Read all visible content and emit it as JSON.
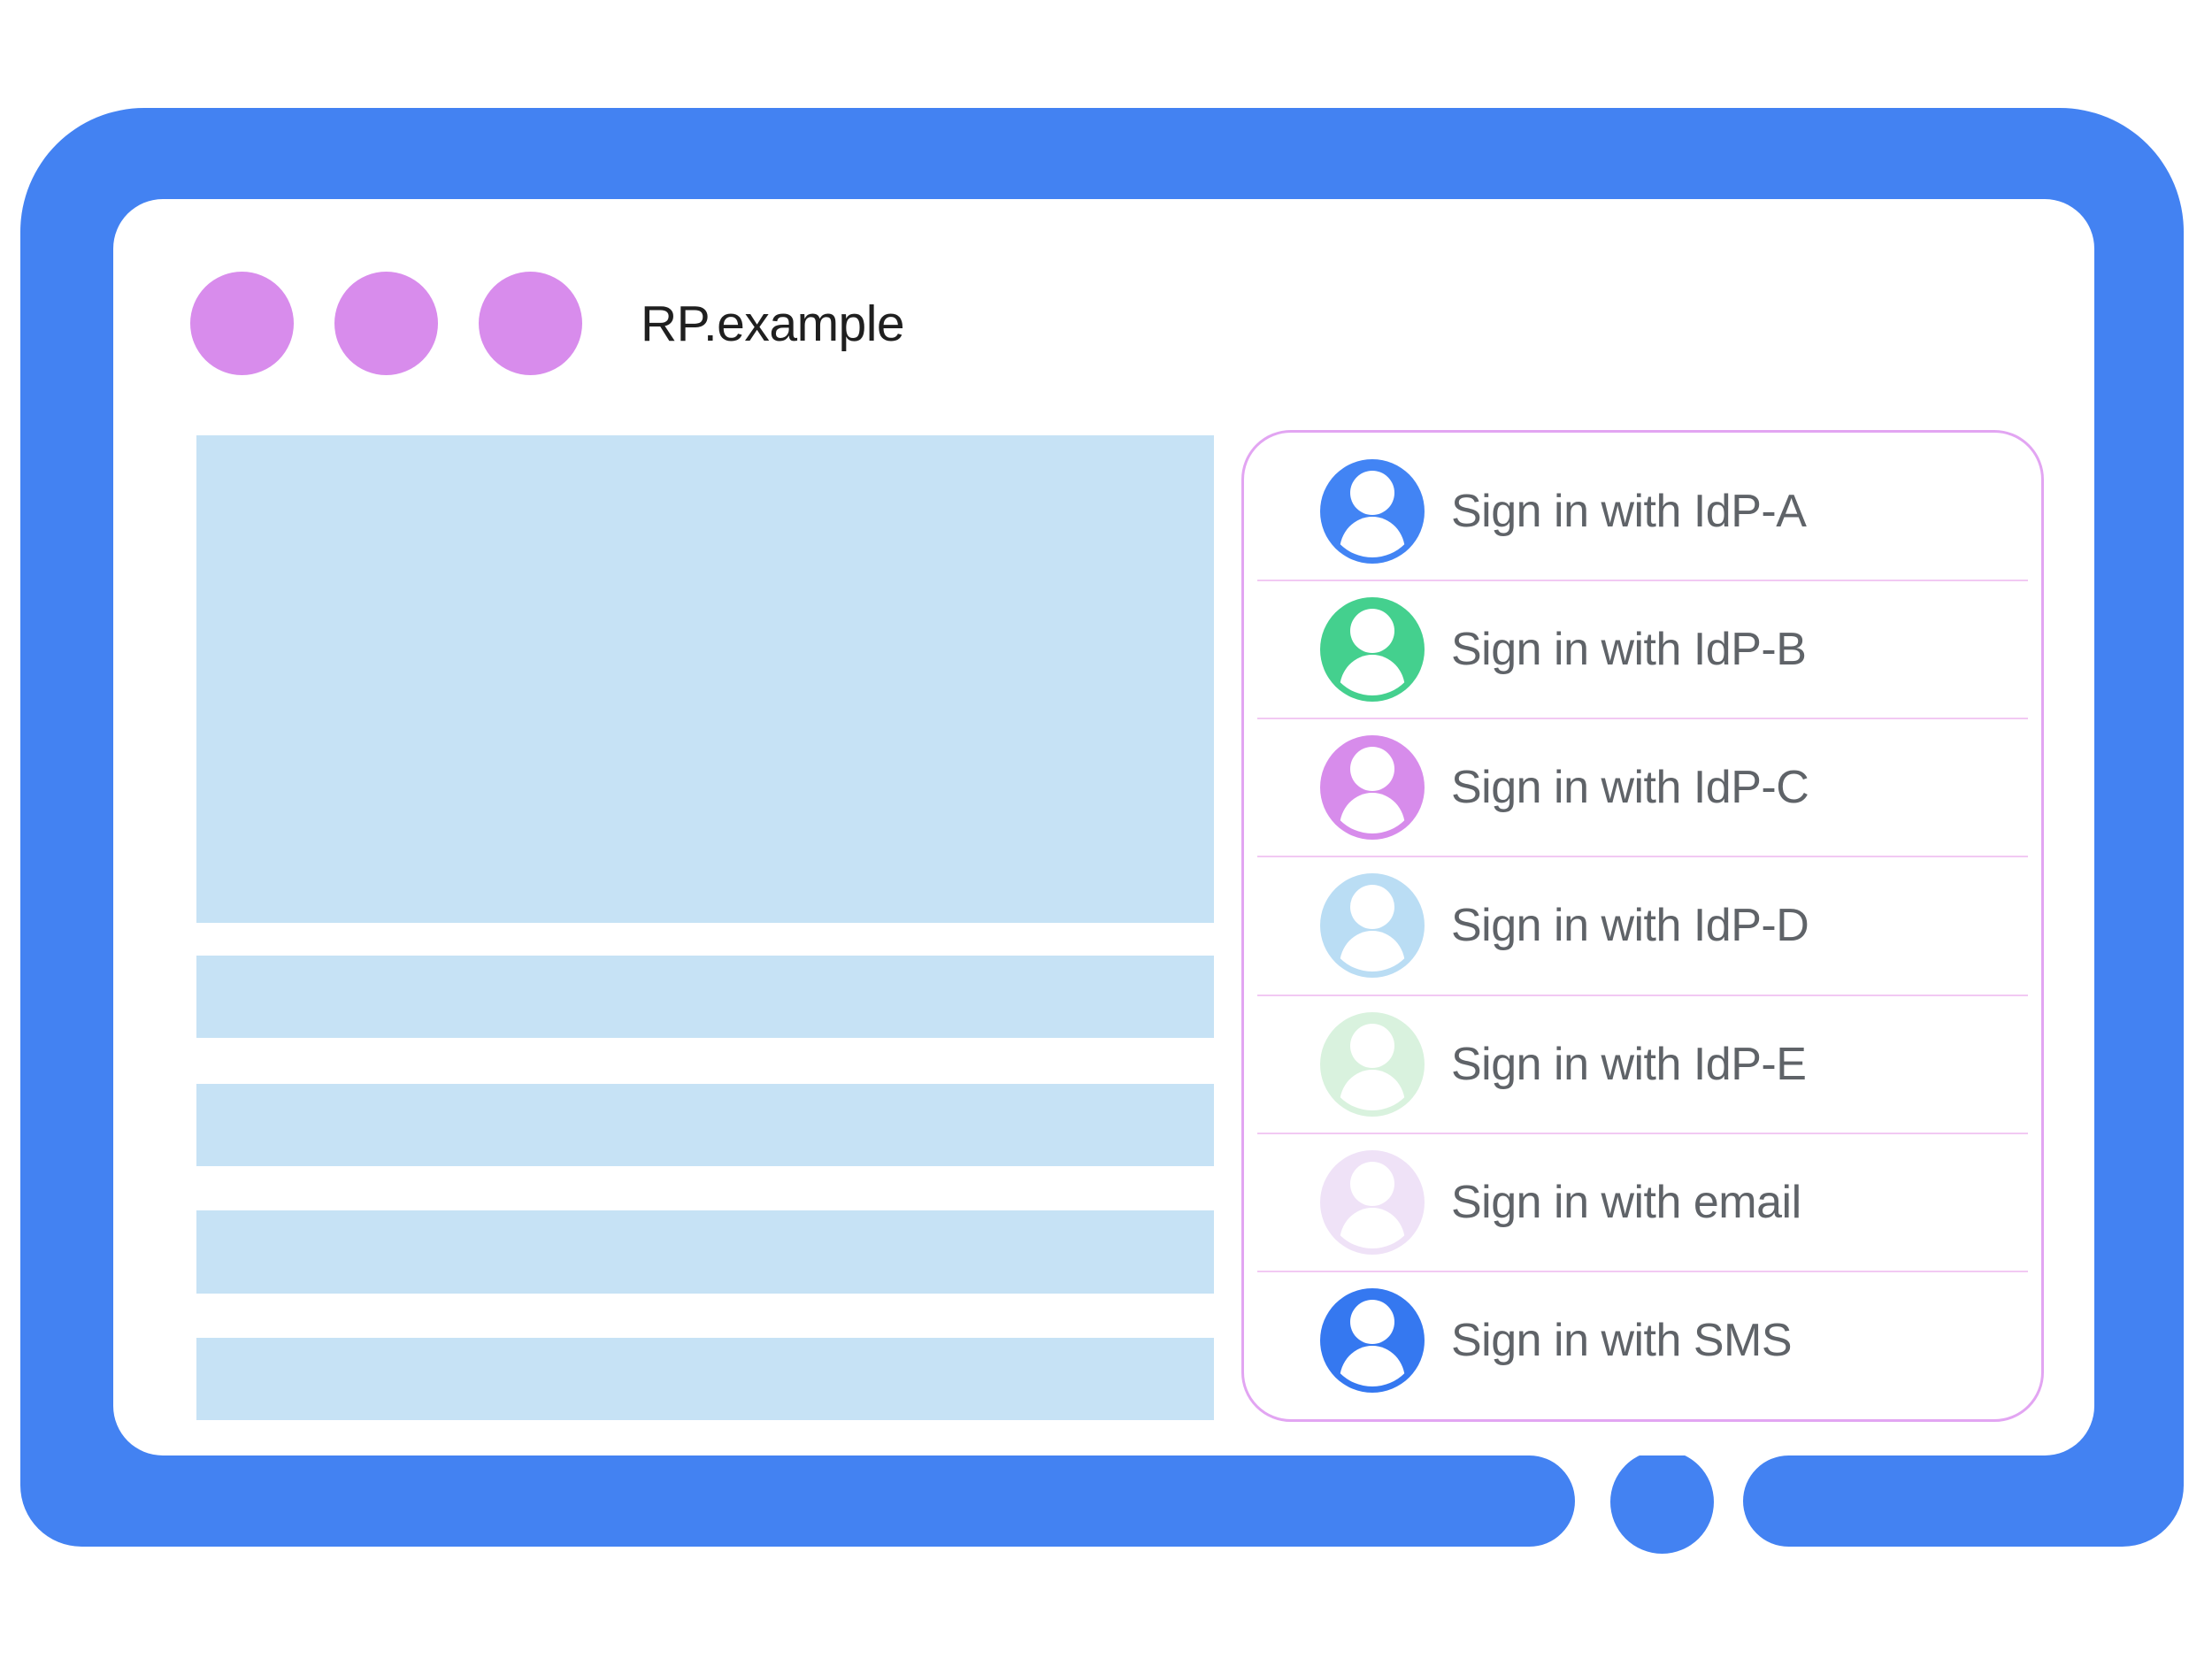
{
  "window": {
    "title": "RP.example"
  },
  "colors": {
    "frame_blue": "#4382f2",
    "window_dot": "#d88cec",
    "content_block": "#c6e2f5",
    "panel_border": "#e2a5f2",
    "panel_divider": "#f2c9f3",
    "label_text": "#5f6368",
    "title_text": "#1f1f1f"
  },
  "signin": {
    "options": [
      {
        "label": "Sign in with IdP-A",
        "avatar_color": "#4284f4",
        "icon": "person-avatar-icon"
      },
      {
        "label": "Sign in with IdP-B",
        "avatar_color": "#44d08e",
        "icon": "person-avatar-icon"
      },
      {
        "label": "Sign in with IdP-C",
        "avatar_color": "#d78ceb",
        "icon": "person-avatar-icon"
      },
      {
        "label": "Sign in with IdP-D",
        "avatar_color": "#baddf4",
        "icon": "person-avatar-icon"
      },
      {
        "label": "Sign in with IdP-E",
        "avatar_color": "#d9f2de",
        "icon": "person-avatar-icon"
      },
      {
        "label": "Sign in with email",
        "avatar_color": "#efe2f7",
        "icon": "person-avatar-icon"
      },
      {
        "label": "Sign in with SMS",
        "avatar_color": "#3578f0",
        "icon": "person-avatar-icon"
      }
    ]
  }
}
